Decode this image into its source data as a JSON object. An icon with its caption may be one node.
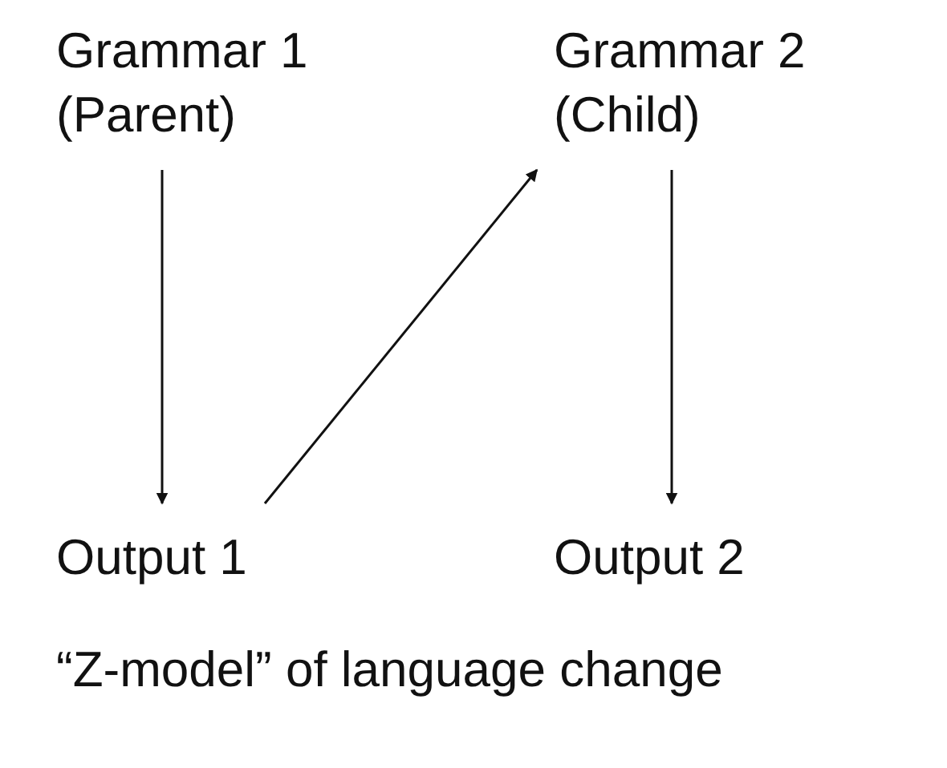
{
  "diagram": {
    "caption": "“Z-model” of language change",
    "nodes": [
      {
        "text": [
          "Grammar 1 (Parent)"
        ]
      },
      {
        "text": [
          "Grammar 2 (Child)"
        ]
      },
      {
        "text": [
          "Output 1"
        ]
      },
      {
        "text": [
          "Output 2"
        ]
      }
    ],
    "edges": [
      {
        "from": 0,
        "to": 2,
        "arrow": "to"
      },
      {
        "from": 2,
        "to": 1,
        "arrow": "to"
      },
      {
        "from": 1,
        "to": 3,
        "arrow": "to"
      }
    ]
  }
}
